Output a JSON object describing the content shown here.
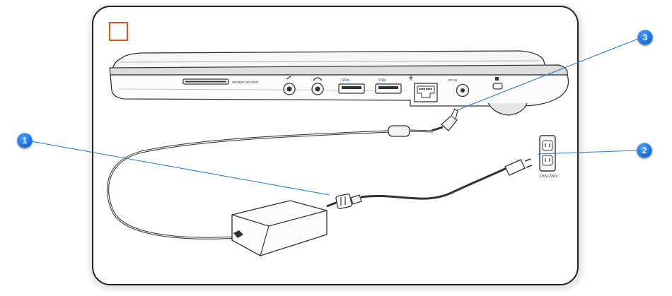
{
  "callouts": [
    {
      "number": "1",
      "target": "power-adapter-plug"
    },
    {
      "number": "2",
      "target": "wall-outlet"
    },
    {
      "number": "3",
      "target": "laptop-dc-in-port"
    }
  ],
  "laptop_port_labels": {
    "card_reader": "SD/MMC MS/PRO",
    "dc_in": "DC IN"
  },
  "outlet_label": "110V-220V",
  "colors": {
    "frame_border": "#222222",
    "step_box": "#e0531f",
    "callout_fill": "#1c6fe0",
    "leader_line": "#1e78d8"
  }
}
